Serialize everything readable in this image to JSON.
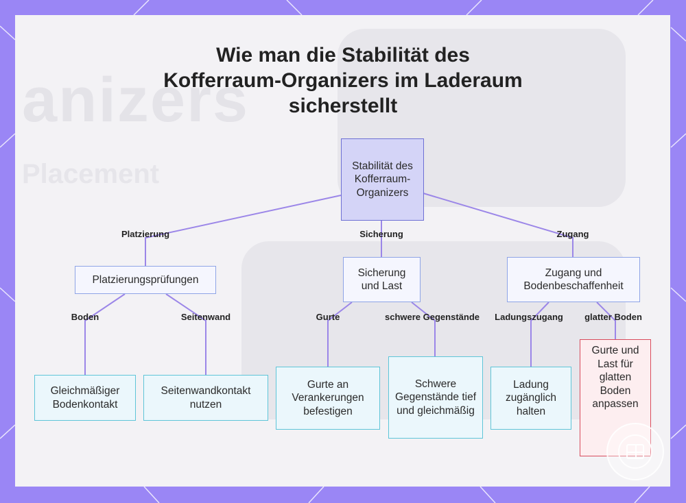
{
  "title": "Wie man die Stabilität des Kofferraum-Organizers im Laderaum sicherstellt",
  "title_lines": [
    "Wie man die Stabilität des",
    "Kofferraum-Organizers im Laderaum",
    "sicherstellt"
  ],
  "background_text": {
    "large": "anizers",
    "small": "Placement"
  },
  "nodes": {
    "root": "Stabilität des Kofferraum-Organizers",
    "placement_checks": "Platzierungsprüfungen",
    "securing_load": "Sicherung und Last",
    "access_floor": "Zugang und Bodenbeschaffenheit",
    "even_floor": "Gleichmäßiger Bodenkontakt",
    "side_wall": "Seitenwandkontakt nutzen",
    "straps_anchors": "Gurte an Verankerungen befestigen",
    "heavy_items": "Schwere Gegenstände tief und gleichmäßig",
    "load_access": "Ladung zugänglich halten",
    "smooth_floor": "Gurte und Last für glatten Boden anpassen"
  },
  "edge_labels": {
    "placement": "Platzierung",
    "securing": "Sicherung",
    "access": "Zugang",
    "floor": "Boden",
    "side_wall": "Seitenwand",
    "straps": "Gurte",
    "heavy_items": "schwere Gegenstände",
    "load_access": "Ladungszugang",
    "smooth_floor": "glatter Boden"
  },
  "colors": {
    "frame": "#9a86f5",
    "edge": "#9b86e8",
    "root_fill": "#d4d4f7",
    "leaf_border": "#5ec5d8",
    "highlight_border": "#d84b5c"
  },
  "icons": {
    "logo": "grid-logo-icon"
  }
}
